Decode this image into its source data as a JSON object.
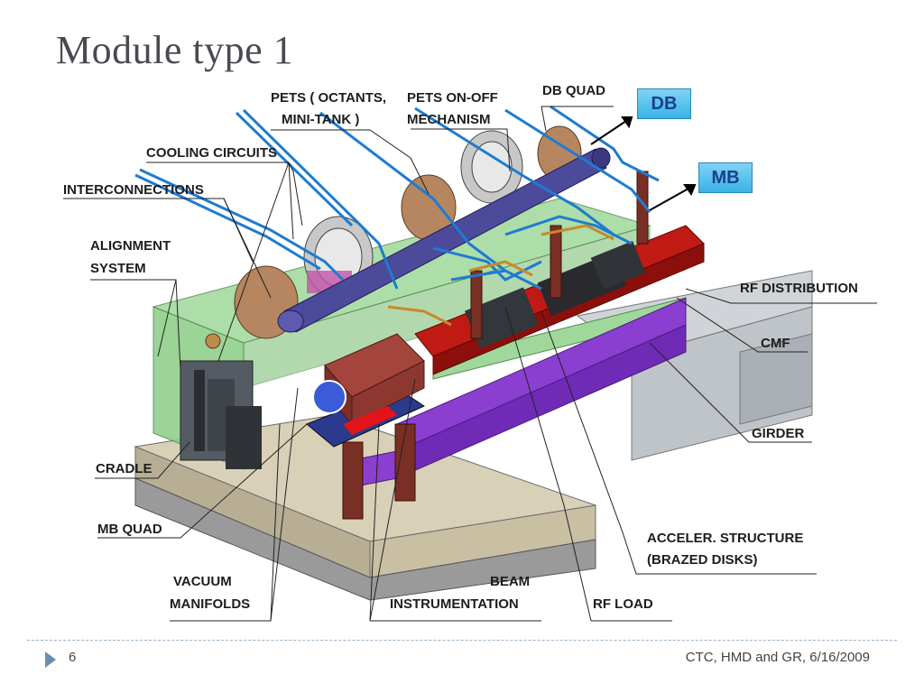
{
  "slide": {
    "title": "Module type 1",
    "page_number": "6",
    "footer": "CTC, HMD and GR, 6/16/2009"
  },
  "labels": {
    "pets_octants": "PETS ( OCTANTS,",
    "pets_octants_2": "MINI-TANK )",
    "pets_onoff": "PETS ON-OFF",
    "pets_onoff_2": "MECHANISM",
    "db_quad": "DB QUAD",
    "db": "DB",
    "mb": "MB",
    "cooling": "COOLING CIRCUITS",
    "interconnections": "INTERCONNECTIONS",
    "alignment": "ALIGNMENT",
    "alignment_2": "SYSTEM",
    "rf_distribution": "RF  DISTRIBUTION",
    "cmf": "CMF",
    "girder": "GIRDER",
    "cradle": "CRADLE",
    "mb_quad": "MB  QUAD",
    "acceler": "ACCELER. STRUCTURE",
    "acceler_2": "(BRAZED  DISKS)",
    "vacuum": "VACUUM",
    "vacuum_2": "MANIFOLDS",
    "beam": "BEAM",
    "beam_2": "INSTRUMENTATION",
    "rf_load": "RF  LOAD"
  }
}
